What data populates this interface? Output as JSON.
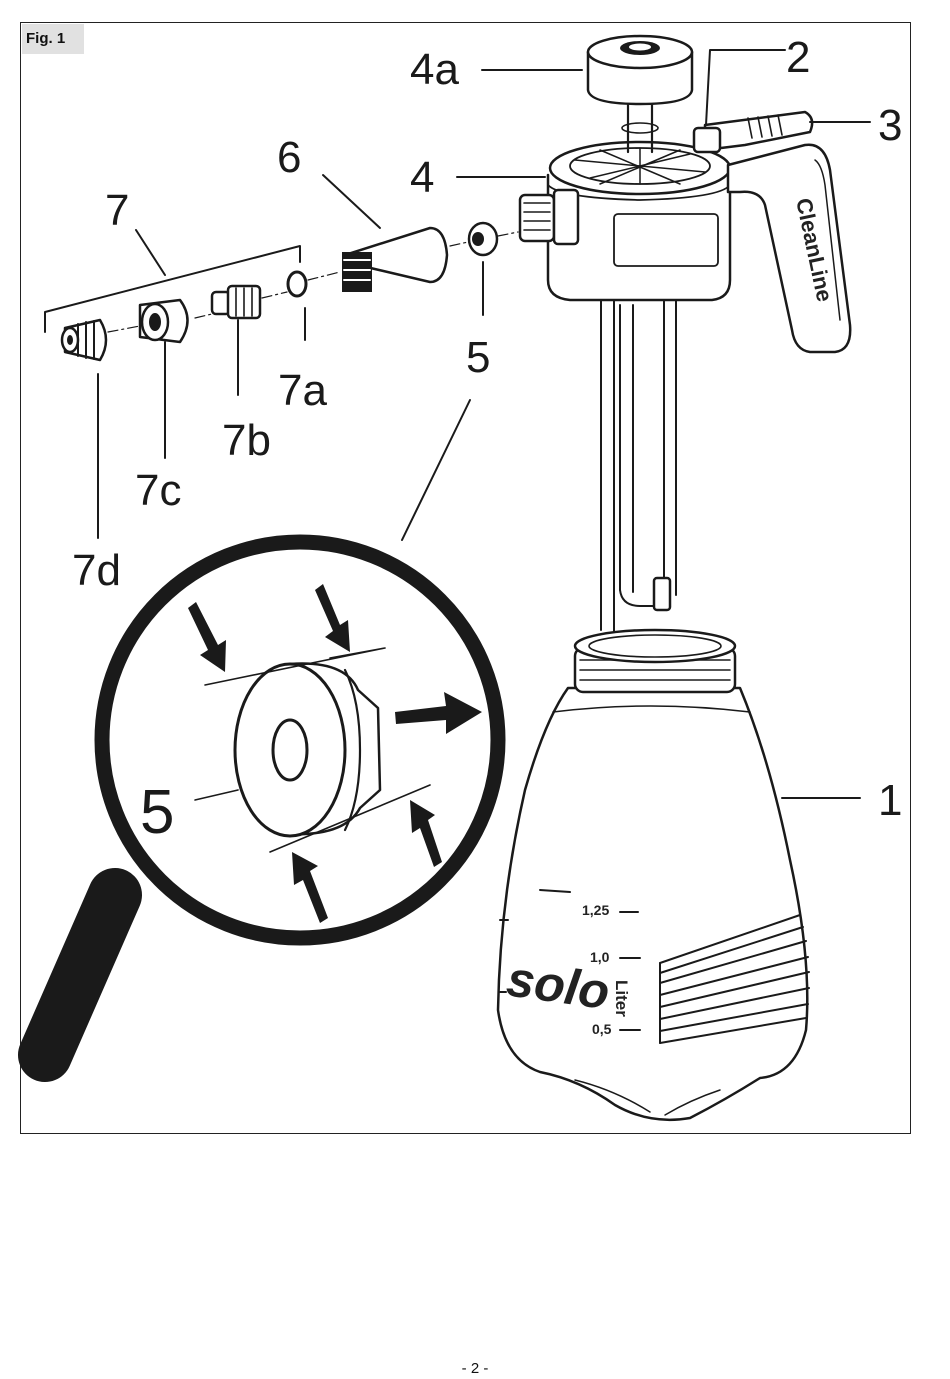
{
  "figure": {
    "tag": "Fig. 1"
  },
  "callouts": {
    "c1": "1",
    "c2": "2",
    "c3": "3",
    "c4": "4",
    "c4a": "4a",
    "c5": "5",
    "c5zoom": "5",
    "c6": "6",
    "c7": "7",
    "c7a": "7a",
    "c7b": "7b",
    "c7c": "7c",
    "c7d": "7d"
  },
  "printed_on_product": {
    "handle": "CleanLine",
    "brand": "solo",
    "unit": "Liter",
    "scale_top": "1,25",
    "scale_mid": "1,0",
    "scale_low": "0,5"
  },
  "footer": {
    "page": "- 2 -"
  }
}
